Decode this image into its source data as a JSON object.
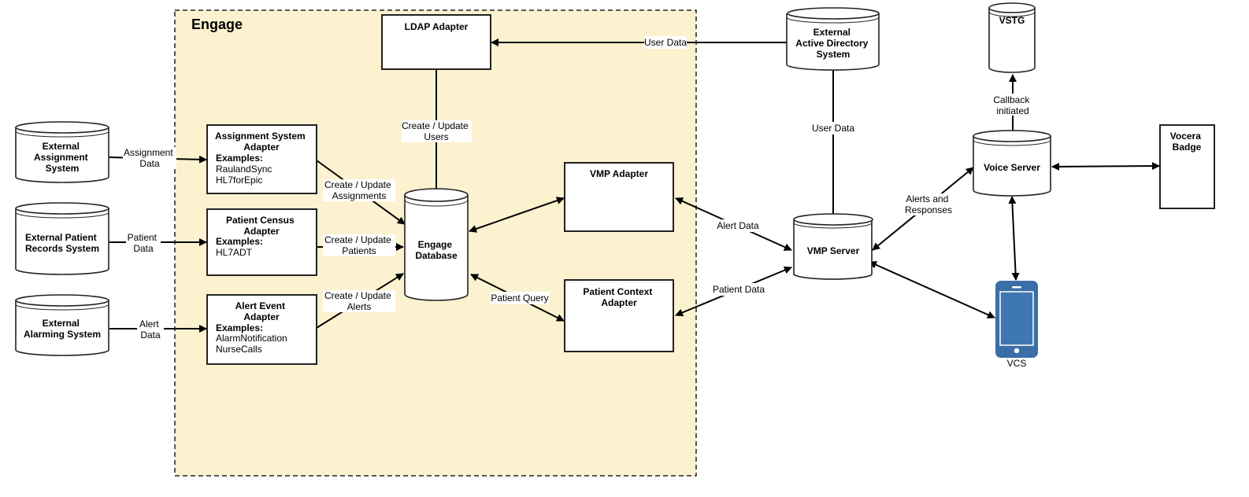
{
  "container": {
    "title": "Engage",
    "fill": "#FDF2CF"
  },
  "nodes": {
    "ldap_adapter": [
      "LDAP Adapter"
    ],
    "assignment_adapter": {
      "title": [
        "Assignment System",
        "Adapter"
      ],
      "examples_heading": "Examples:",
      "examples": [
        "RaulandSync",
        "HL7forEpic"
      ]
    },
    "census_adapter": {
      "title": [
        "Patient Census",
        "Adapter"
      ],
      "examples_heading": "Examples:",
      "examples": [
        "HL7ADT"
      ]
    },
    "alert_adapter": {
      "title": [
        "Alert Event",
        "Adapter"
      ],
      "examples_heading": "Examples:",
      "examples": [
        "AlarmNotification",
        "NurseCalls"
      ]
    },
    "engage_db": [
      "Engage",
      "Database"
    ],
    "vmp_adapter": [
      "VMP Adapter"
    ],
    "patient_context_adapter": [
      "Patient Context",
      "Adapter"
    ],
    "ext_assignment": [
      "External",
      "Assignment",
      "System"
    ],
    "ext_patient": [
      "External Patient",
      "Records System"
    ],
    "ext_alarming": [
      "External",
      "Alarming System"
    ],
    "ext_ad": [
      "External",
      "Active Directory",
      "System"
    ],
    "vmp_server": [
      "VMP Server"
    ],
    "vstg": [
      "VSTG"
    ],
    "voice_server": [
      "Voice Server"
    ],
    "vocera_badge": [
      "Vocera",
      "Badge"
    ],
    "vcs": [
      "VCS"
    ]
  },
  "edges": {
    "user_data_ldap": [
      "User Data"
    ],
    "create_update_users": [
      "Create / Update",
      "Users"
    ],
    "assignment_data": [
      "Assignment",
      "Data"
    ],
    "patient_data_left": [
      "Patient",
      "Data"
    ],
    "alert_data_left": [
      "Alert",
      "Data"
    ],
    "create_update_assignments": [
      "Create / Update",
      "Assignments"
    ],
    "create_update_patients": [
      "Create / Update",
      "Patients"
    ],
    "create_update_alerts": [
      "Create / Update",
      "Alerts"
    ],
    "patient_query": [
      "Patient Query"
    ],
    "alert_data_vmp": [
      "Alert Data"
    ],
    "patient_data_vmp": [
      "Patient Data"
    ],
    "user_data_vmp": [
      "User Data"
    ],
    "alerts_and_responses": [
      "Alerts and",
      "Responses"
    ],
    "callback_initiated": [
      "Callback",
      "initiated"
    ]
  },
  "colors": {
    "phone_blue": "#3A6EA8",
    "stroke": "#222222"
  }
}
